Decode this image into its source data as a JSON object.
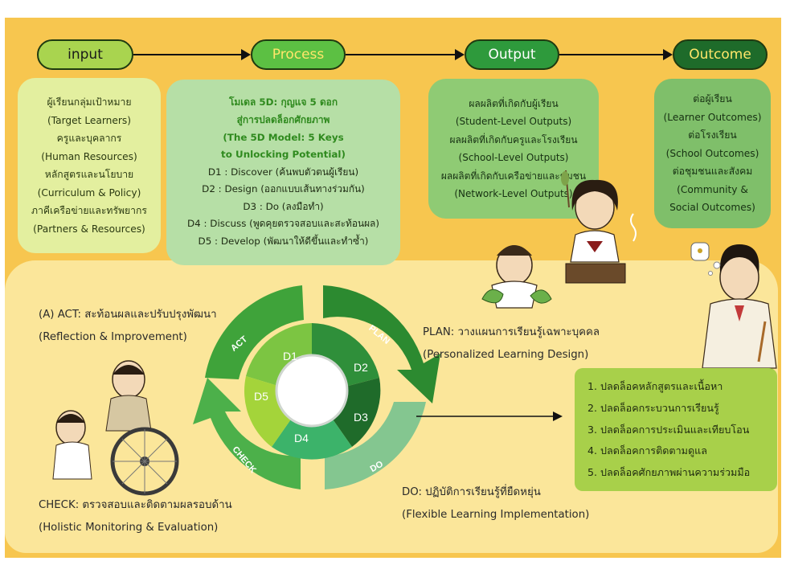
{
  "flow": {
    "input": "input",
    "process": "Process",
    "output": "Output",
    "outcome": "Outcome"
  },
  "colors": {
    "panel": "#f7c64f",
    "lower_panel": "#fbe69a",
    "input_pill": "#a9d44f",
    "process_pill": "#5cc043",
    "output_pill": "#2e9a3c",
    "outcome_pill": "#1e6b2a",
    "process_box": "#b6dfa6",
    "output_box": "#8fcb74",
    "outcome_box": "#7fbf6a"
  },
  "input_box": [
    "ผู้เรียนกลุ่มเป้าหมาย",
    "(Target Learners)",
    "ครูและบุคลากร",
    "(Human Resources)",
    "หลักสูตรและนโยบาย",
    "(Curriculum & Policy)",
    "ภาคีเครือข่ายและทรัพยากร",
    "(Partners & Resources)"
  ],
  "process_box": {
    "heading": [
      "โมเดล 5D: กุญแจ 5 ดอก",
      "สู่การปลดล็อกศักยภาพ",
      "(The 5D Model: 5 Keys",
      "to Unlocking Potential)"
    ],
    "items": [
      "D1 : Discover (ค้นพบตัวตนผู้เรียน)",
      "D2 : Design (ออกแบบเส้นทางร่วมกัน)",
      "D3 : Do (ลงมือทำ)",
      "D4 : Discuss (พูดคุยตรวจสอบและสะท้อนผล)",
      "D5 : Develop (พัฒนาให้ดีขึ้นและทำซ้ำ)"
    ]
  },
  "output_box": [
    "ผลผลิตที่เกิดกับผู้เรียน",
    "(Student-Level Outputs)",
    "ผลผลิตที่เกิดกับครูและโรงเรียน",
    "(School-Level Outputs)",
    "ผลผลิตที่เกิดกับเครือข่ายและชุมชน",
    "(Network-Level Outputs)"
  ],
  "outcome_box": [
    "ต่อผู้เรียน",
    "(Learner Outcomes)",
    "ต่อโรงเรียน",
    "(School Outcomes)",
    "ต่อชุมชนและสังคม",
    "(Community &",
    "Social Outcomes)"
  ],
  "cycle": {
    "act": {
      "title": "(A) ACT: สะท้อนผลและปรับปรุงพัฒนา",
      "sub": "(Reflection & Improvement)"
    },
    "plan": {
      "title": "PLAN: วางแผนการเรียนรู้เฉพาะบุคคล",
      "sub": "(Personalized Learning Design)"
    },
    "check": {
      "title": "CHECK: ตรวจสอบและติดตามผลรอบด้าน",
      "sub": "(Holistic Monitoring & Evaluation)"
    },
    "do": {
      "title": "DO: ปฏิบัติการเรียนรู้ที่ยืดหยุ่น",
      "sub": "(Flexible Learning Implementation)"
    },
    "arc_labels": {
      "act": "ACT",
      "plan": "PLAN",
      "check": "CHECK",
      "do": "DO"
    },
    "segments": {
      "d1": "D1",
      "d2": "D2",
      "d3": "D3",
      "d4": "D4",
      "d5": "D5"
    }
  },
  "unlock_list": [
    "1.  ปลดล็อคหลักสูตรและเนื้อหา",
    "2.  ปลดล็อคกระบวนการเรียนรู้",
    "3.  ปลดล็อคการประเมินและเทียบโอน",
    "4.  ปลดล็อคการติดตามดูแล",
    "5.  ปลดล็อคศักยภาพผ่านความร่วมมือ"
  ]
}
